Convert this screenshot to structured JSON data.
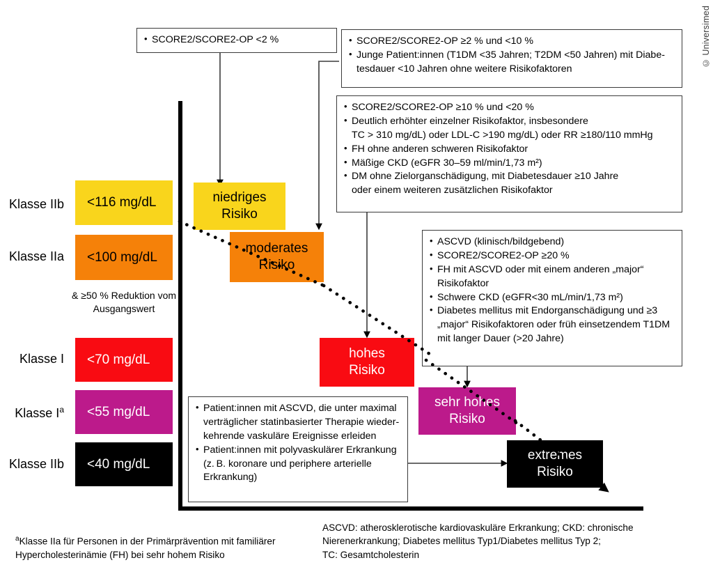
{
  "copyright": "© Universimed",
  "criteria_boxes": [
    {
      "id": "low-risk-criteria",
      "lines": [
        {
          "bullet": true,
          "text": "SCORE2/SCORE2-OP <2 %"
        }
      ]
    },
    {
      "id": "moderate-risk-criteria",
      "lines": [
        {
          "bullet": true,
          "text": "SCORE2/SCORE2-OP ≥2 % und <10 %"
        },
        {
          "bullet": true,
          "text": "Junge Patient:innen (T1DM <35 Jahren; T2DM <50 Jahren) mit Diabe-"
        },
        {
          "bullet": false,
          "text": "tesdauer <10 Jahren ohne weitere Risikofaktoren"
        }
      ]
    },
    {
      "id": "high-risk-criteria",
      "lines": [
        {
          "bullet": true,
          "text": "SCORE2/SCORE2-OP ≥10 % und <20 %"
        },
        {
          "bullet": true,
          "text": "Deutlich erhöhter einzelner Risikofaktor, insbesondere"
        },
        {
          "bullet": false,
          "text": "TC > 310 mg/dL) oder LDL-C >190 mg/dL) oder RR ≥180/110 mmHg"
        },
        {
          "bullet": true,
          "text": "FH ohne anderen schweren Risikofaktor"
        },
        {
          "bullet": true,
          "text": "Mäßige CKD (eGFR 30–59 ml/min/1,73 m²)"
        },
        {
          "bullet": true,
          "text": "DM ohne Zielorganschädigung, mit Diabetesdauer ≥10 Jahre"
        },
        {
          "bullet": false,
          "text": "oder einem weiteren zusätzlichen Risikofaktor"
        }
      ]
    },
    {
      "id": "very-high-risk-criteria",
      "lines": [
        {
          "bullet": true,
          "text": "ASCVD (klinisch/bildgebend)"
        },
        {
          "bullet": true,
          "text": "SCORE2/SCORE2-OP ≥20 %"
        },
        {
          "bullet": true,
          "text": "FH mit ASCVD oder mit einem anderen „major“"
        },
        {
          "bullet": false,
          "text": "Risikofaktor"
        },
        {
          "bullet": true,
          "text": "Schwere CKD (eGFR<30 mL/min/1,73 m²)"
        },
        {
          "bullet": true,
          "text": "Diabetes mellitus mit Endorganschädigung und ≥3"
        },
        {
          "bullet": false,
          "text": "„major“ Risikofaktoren oder früh einsetzendem T1DM"
        },
        {
          "bullet": false,
          "text": "mit langer Dauer (>20 Jahre)"
        }
      ]
    },
    {
      "id": "extreme-risk-criteria",
      "lines": [
        {
          "bullet": true,
          "text": "Patient:innen mit ASCVD, die unter maximal"
        },
        {
          "bullet": false,
          "text": "verträglicher statinbasierter Therapie wieder-"
        },
        {
          "bullet": false,
          "text": "kehrende vaskuläre Ereignisse erleiden"
        },
        {
          "bullet": true,
          "text": "Patient:innen mit polyvaskulärer Erkrankung"
        },
        {
          "bullet": false,
          "text": "(z. B. koronare und periphere arterielle"
        },
        {
          "bullet": false,
          "text": "Erkrankung)"
        }
      ]
    }
  ],
  "risk_levels": [
    {
      "id": "niedriges-risiko",
      "line1": "niedriges",
      "line2": "Risiko",
      "bg": "#F9D51C",
      "fg": "#000000"
    },
    {
      "id": "moderates-risiko",
      "line1": "moderates",
      "line2": "Risiko",
      "bg": "#F58109",
      "fg": "#000000"
    },
    {
      "id": "hohes-risiko",
      "line1": "hohes",
      "line2": "Risiko",
      "bg": "#F90B12",
      "fg": "#ffffff"
    },
    {
      "id": "sehr-hohes-risiko",
      "line1": "sehr hohes",
      "line2": "Risiko",
      "bg": "#BC1A8B",
      "fg": "#ffffff"
    },
    {
      "id": "extremes-risiko",
      "line1": "extremes",
      "line2": "Risiko",
      "bg": "#000000",
      "fg": "#ffffff"
    }
  ],
  "ldl_targets": [
    {
      "id": "ldl-116",
      "klasse": "Klasse IIb",
      "klasse_sup": "",
      "value": "<116 mg/dL",
      "bg": "#F9D51C",
      "fg": "#000000"
    },
    {
      "id": "ldl-100",
      "klasse": "Klasse IIa",
      "klasse_sup": "",
      "value": "<100 mg/dL",
      "bg": "#F58109",
      "fg": "#000000"
    },
    {
      "id": "ldl-70",
      "klasse": "Klasse I",
      "klasse_sup": "",
      "value": "<70 mg/dL",
      "bg": "#F90B12",
      "fg": "#ffffff"
    },
    {
      "id": "ldl-55",
      "klasse": "Klasse I",
      "klasse_sup": "a",
      "value": "<55 mg/dL",
      "bg": "#BC1A8B",
      "fg": "#ffffff"
    },
    {
      "id": "ldl-40",
      "klasse": "Klasse IIb",
      "klasse_sup": "",
      "value": "<40 mg/dL",
      "bg": "#000000",
      "fg": "#ffffff"
    }
  ],
  "reduktion_note": "& ≥50 % Reduktion\nvom Ausgangswert",
  "footnotes": {
    "left_sup": "a",
    "left": "Klasse IIa für Personen in der Primärprävention mit familiärer\n Hypercholesterinämie (FH) bei sehr hohem Risiko",
    "right": "ASCVD: atherosklerotische kardiovaskuläre Erkrankung; CKD: chronische\nNierenerkrankung; Diabetes mellitus Typ1/Diabetes mellitus Typ 2;\nTC: Gesamtcholesterin"
  }
}
